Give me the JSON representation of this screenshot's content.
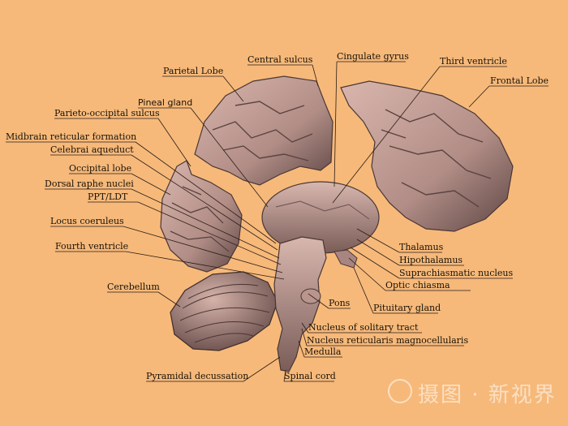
{
  "labels": {
    "central_sulcus": "Central sulcus",
    "cingulate_gyrus": "Cingulate gyrus",
    "third_ventricle": "Third ventricle",
    "parietal_lobe": "Parietal Lobe",
    "frontal_lobe": "Frontal Lobe",
    "pineal_gland": "Pineal gland",
    "parieto_occipital_sulcus": "Parieto-occipital sulcus",
    "midbrain_reticular_formation": "Midbrain reticular formation",
    "celebrai_aqueduct": "Celebrai aqueduct",
    "occipital_lobe": "Occipital lobe",
    "dorsal_raphe_nuclei": "Dorsal raphe nuclei",
    "ppt_ldt": "PPT/LDT",
    "locus_coeruleus": "Locus coeruleus",
    "fourth_ventricle": "Fourth ventricle",
    "cerebellum": "Cerebellum",
    "thalamus": "Thalamus",
    "hipothalamus": "Hipothalamus",
    "suprachiasmatic_nucleus": "Suprachiasmatic nucleus",
    "optic_chiasma": "Optic chiasma",
    "pons": "Pons",
    "pituitary_gland": "Pituitary gland",
    "nucleus_solitary_tract": "Nucleus of solitary tract",
    "nucleus_reticularis": "Nucleus reticularis magnocellularis",
    "medulla": "Medulla",
    "pyramidal_decussation": "Pyramidal decussation",
    "spinal_cord": "Spinal cord"
  },
  "watermark": "摄图 · 新视界",
  "colors": {
    "background": "#f6b97a",
    "tissue": "#c9a49a",
    "tissue_dark": "#6d5250",
    "line": "#2a1d14"
  }
}
